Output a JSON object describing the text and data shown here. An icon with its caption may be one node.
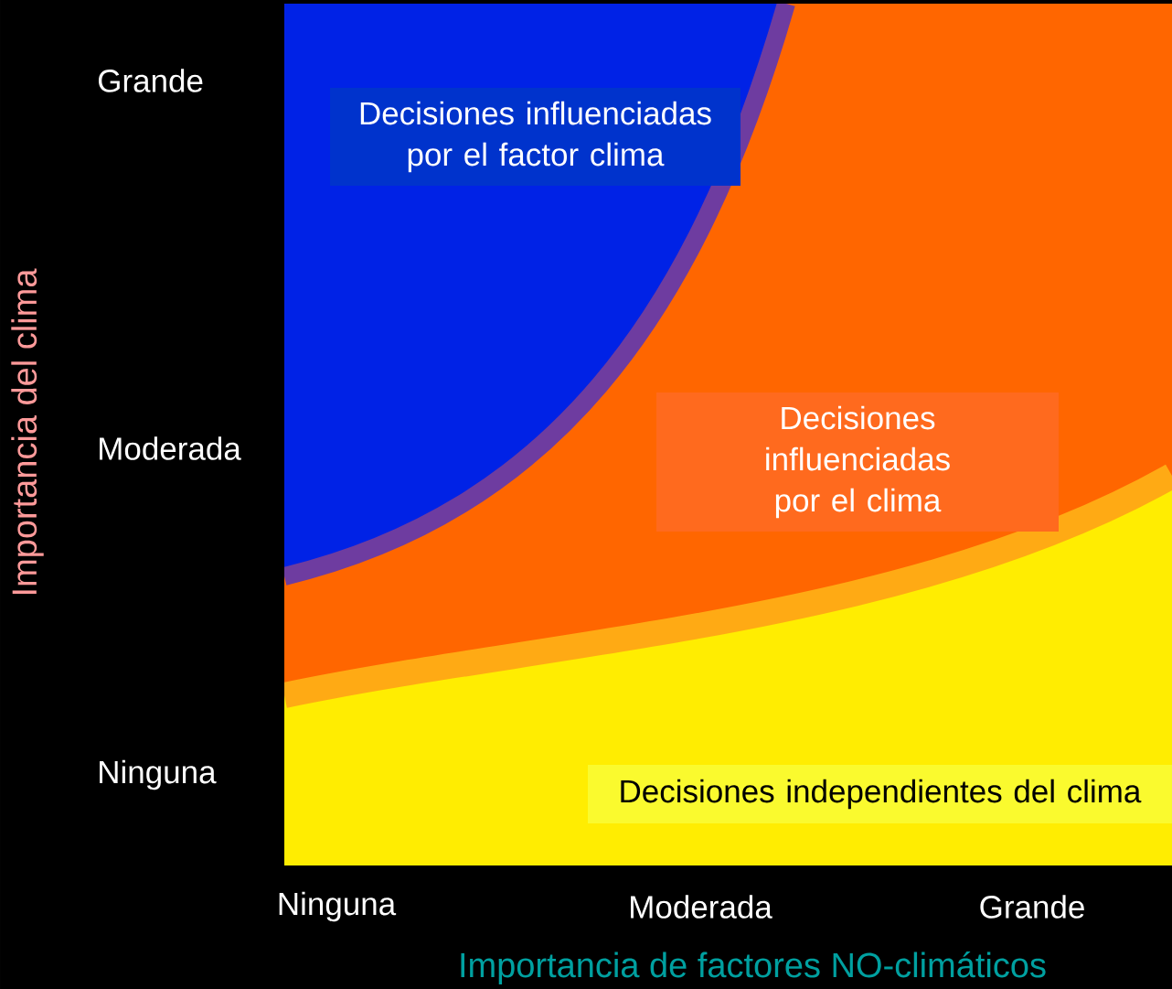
{
  "diagram": {
    "nodes": [
      {
        "text": [
          "Decisiones influenciadas por el factor clima"
        ]
      },
      {
        "text": [
          "Decisiones influenciadas por el clima"
        ]
      },
      {
        "text": [
          "Decisiones independientes del clima"
        ]
      }
    ],
    "labels": [
      "Grande",
      "Moderada",
      "Ninguna",
      "Importancia del clima",
      "Ninguna",
      "Moderada",
      "Grande",
      "Importancia de factores NO-climáticos"
    ]
  }
}
